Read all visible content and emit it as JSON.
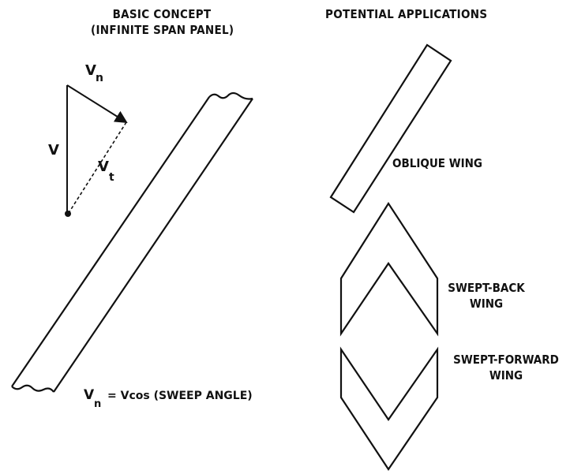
{
  "headings": {
    "basic_concept": "BASIC CONCEPT",
    "infinite_span": "(INFINITE SPAN PANEL)",
    "potential_applications": "POTENTIAL APPLICATIONS"
  },
  "vectors": {
    "v": "V",
    "vn_main": "V",
    "vn_sub": "n",
    "vt_main": "V",
    "vt_sub": "t"
  },
  "formula": {
    "lhs_main": "V",
    "lhs_sub": "n",
    "rhs": "= Vcos (SWEEP ANGLE)"
  },
  "applications": {
    "oblique_wing": "OBLIQUE WING",
    "swept_back_line1": "SWEPT-BACK",
    "swept_back_line2": "WING",
    "swept_forward_line1": "SWEPT-FORWARD",
    "swept_forward_line2": "WING"
  }
}
